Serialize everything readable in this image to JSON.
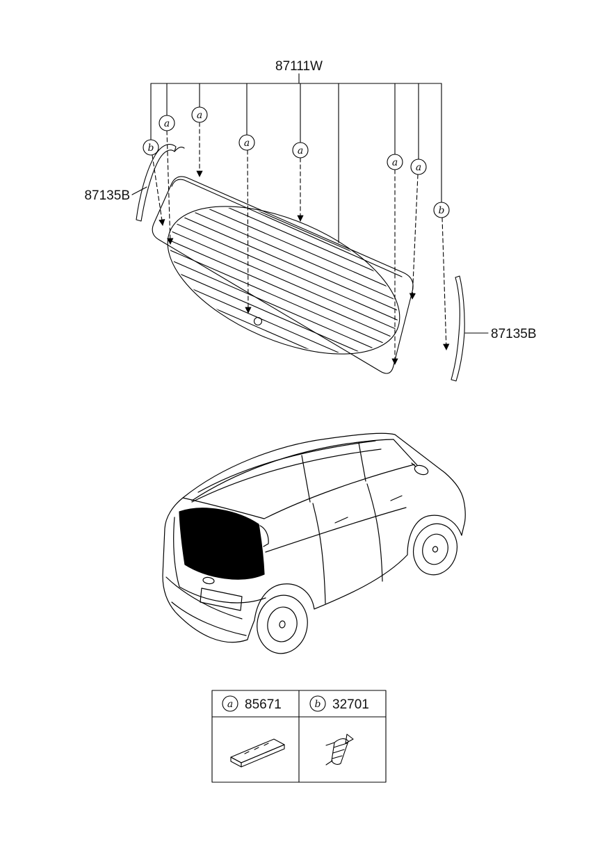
{
  "page": {
    "background": "#ffffff",
    "line_color": "#000000"
  },
  "diagram": {
    "glass": {
      "part_label": "87111W"
    },
    "moulding_left": {
      "part_label": "87135B"
    },
    "moulding_right": {
      "part_label": "87135B"
    },
    "callouts": {
      "a": "a",
      "b": "b"
    }
  },
  "legend": {
    "items": [
      {
        "symbol": "a",
        "part_no": "85671"
      },
      {
        "symbol": "b",
        "part_no": "32701"
      }
    ]
  }
}
